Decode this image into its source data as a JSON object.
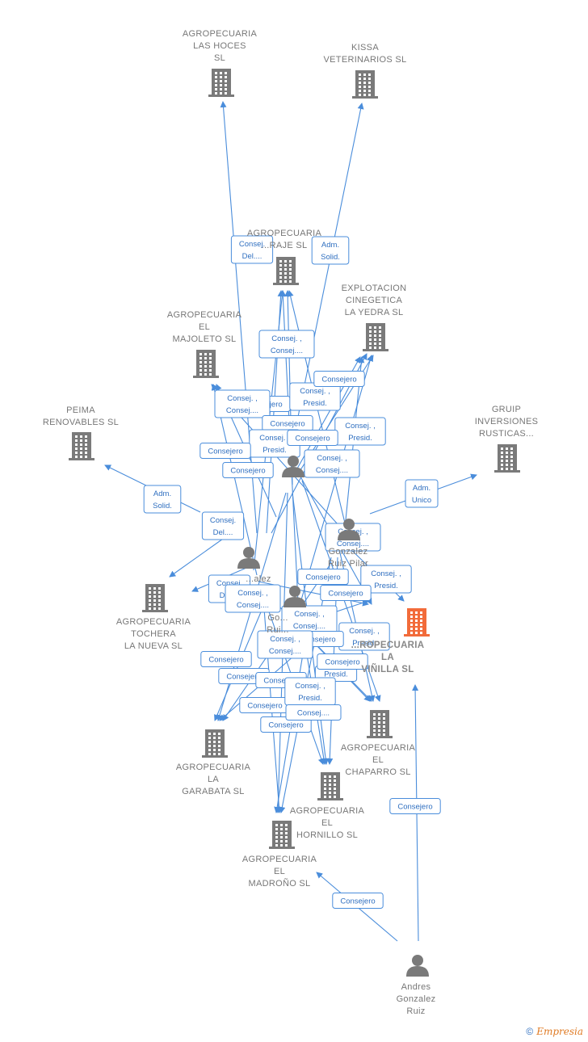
{
  "colors": {
    "edge": "#4a8ddb",
    "building": "#7a7a7a",
    "focus_building": "#f26b3a",
    "person": "#7a7a7a",
    "label": "#777777"
  },
  "nodes": [
    {
      "id": "las_hoces",
      "type": "company",
      "label": [
        "AGROPECUARIA",
        "LAS HOCES",
        "SL"
      ]
    },
    {
      "id": "kissa",
      "type": "company",
      "label": [
        "KISSA",
        "VETERINARIOS SL"
      ]
    },
    {
      "id": "paraje",
      "type": "company",
      "label": [
        "AGROPECUARIA",
        "...RAJE  SL"
      ]
    },
    {
      "id": "yedra",
      "type": "company",
      "label": [
        "EXPLOTACION",
        "CINEGETICA",
        "LA YEDRA  SL"
      ]
    },
    {
      "id": "majoleto",
      "type": "company",
      "label": [
        "AGROPECUARIA",
        "EL",
        "MAJOLETO  SL"
      ]
    },
    {
      "id": "peima",
      "type": "company",
      "label": [
        "PEIMA",
        "RENOVABLES SL"
      ]
    },
    {
      "id": "gruip",
      "type": "company",
      "label": [
        "GRUIP",
        "INVERSIONES",
        "RUSTICAS..."
      ]
    },
    {
      "id": "tochera",
      "type": "company",
      "label": [
        "AGROPECUARIA",
        "TOCHERA",
        "LA NUEVA SL"
      ]
    },
    {
      "id": "vinilla",
      "type": "company",
      "focus": true,
      "label": [
        "...ROPECUARIA",
        "LA",
        "VIÑILLA  SL"
      ]
    },
    {
      "id": "chaparro",
      "type": "company",
      "label": [
        "AGROPECUARIA",
        "EL",
        "CHAPARRO  SL"
      ]
    },
    {
      "id": "garabata",
      "type": "company",
      "label": [
        "AGROPECUARIA",
        "LA",
        "GARABATA  SL"
      ]
    },
    {
      "id": "hornillo",
      "type": "company",
      "label": [
        "AGROPECUARIA",
        "EL",
        "HORNILLO  SL"
      ]
    },
    {
      "id": "madrono",
      "type": "company",
      "label": [
        "AGROPECUARIA",
        "EL",
        "MADROÑO  SL"
      ]
    },
    {
      "id": "person_a",
      "type": "person",
      "label": []
    },
    {
      "id": "person_pilar",
      "type": "person",
      "label": [
        "Gonzalez",
        "Ruiz Pilar"
      ]
    },
    {
      "id": "person_left",
      "type": "person",
      "label": [
        "...alez"
      ]
    },
    {
      "id": "person_mid",
      "type": "person",
      "label": [
        "Go...",
        "Rui..."
      ]
    },
    {
      "id": "andres",
      "type": "person",
      "label": [
        "Andres",
        "Gonzalez",
        "Ruiz"
      ]
    }
  ],
  "edge_labels": [
    [
      "Consej.",
      "Del...."
    ],
    [
      "Adm.",
      "Solid."
    ],
    [
      "Consej. ,",
      "Consej...."
    ],
    [
      "Consejero"
    ],
    [
      "Consej. ,",
      "Consej...."
    ],
    [
      "Consej. ,",
      "Presid."
    ],
    [
      "Consejero"
    ],
    [
      "Consejero"
    ],
    [
      "Consej. ,",
      "Presid."
    ],
    [
      "Consej. ,",
      "Presid."
    ],
    [
      "Consejero"
    ],
    [
      "Consejero"
    ],
    [
      "Consej. ,",
      "Consej...."
    ],
    [
      "Consejero"
    ],
    [
      "Adm.",
      "Solid."
    ],
    [
      "Consej.",
      "Del...."
    ],
    [
      "Adm.",
      "Unico"
    ],
    [
      "Consej. ,",
      "Consej...."
    ],
    [
      "Consejero"
    ],
    [
      "Consej. ,",
      "Presid."
    ],
    [
      "Consej.",
      "Del...."
    ],
    [
      "Consej. ,",
      "Consej...."
    ],
    [
      "Consejero"
    ],
    [
      "Consej. ,",
      "Consej...."
    ],
    [
      "Consej. ,",
      "Presid."
    ],
    [
      "Consejero"
    ],
    [
      "Consej. ,",
      "Consej...."
    ],
    [
      "Consejero"
    ],
    [
      "Consejero"
    ],
    [
      "Consejero"
    ],
    [
      "Presid."
    ],
    [
      "Consejero"
    ],
    [
      "Consej. ,",
      "Presid."
    ],
    [
      "Consejero"
    ],
    [
      "Consej...."
    ],
    [
      "Consejero"
    ],
    [
      "Consejero"
    ],
    [
      "Consejero"
    ]
  ],
  "footer": {
    "copyright": "©",
    "brand": "Empresia"
  }
}
